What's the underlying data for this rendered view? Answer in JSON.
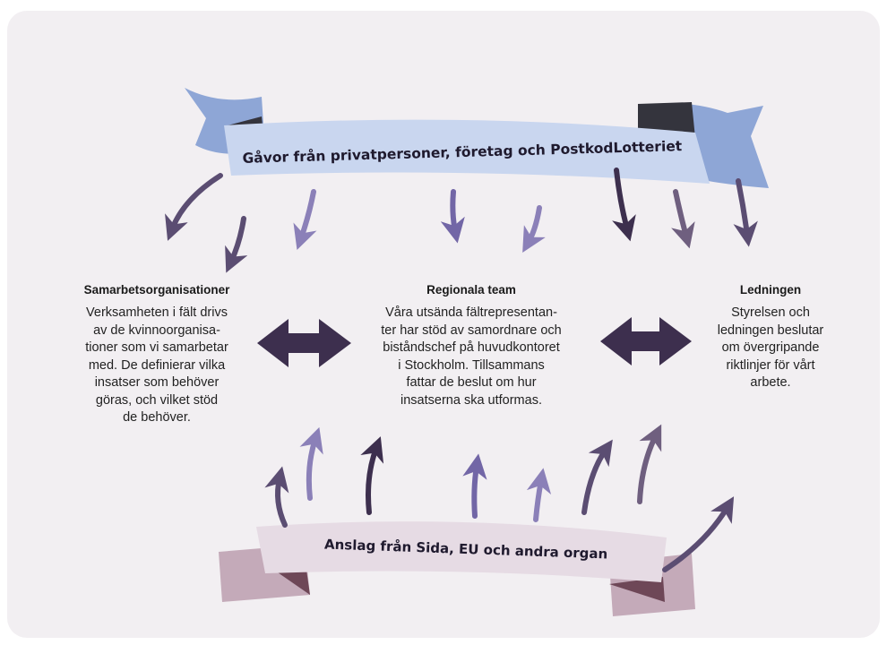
{
  "top_banner": {
    "label": "Gåvor från privatpersoner, företag och PostkodLotteriet",
    "color": "#c9d6ef",
    "tail_color": "#8ea6d6",
    "fold_color": "#34343d"
  },
  "bottom_banner": {
    "label": "Anslag från Sida, EU och andra organ",
    "color": "#e6dbe4",
    "tail_color": "#c4aab9",
    "fold_color": "#6e4757"
  },
  "columns": [
    {
      "title": "Samarbetsorganisationer",
      "text": "Verksamheten i fält drivs\nav de kvinnoorganisa-\ntioner som vi samarbetar\nmed. De definierar vilka\ninsatser som behöver\ngöras, och vilket stöd\nde behöver."
    },
    {
      "title": "Regionala team",
      "text": "Våra utsända fältrepresentan-\nter har stöd av samordnare och\nbiståndschef på huvudkontoret\ni Stockholm. Tillsammans\nfattar de beslut om hur\ninsatserna ska utformas."
    },
    {
      "title": "Ledningen",
      "text": "Styrelsen och\nledningen beslutar\nom övergripande\nriktlinjer för vårt\narbete."
    }
  ],
  "colors": {
    "panel_background": "#f2eff2",
    "arrow_dark": "#3d2f4e",
    "arrow_mid": "#5b4d72",
    "arrow_light": "#8b80b8",
    "arrow_violet": "#7266a6",
    "arrow_mauve": "#6f5f7f"
  }
}
